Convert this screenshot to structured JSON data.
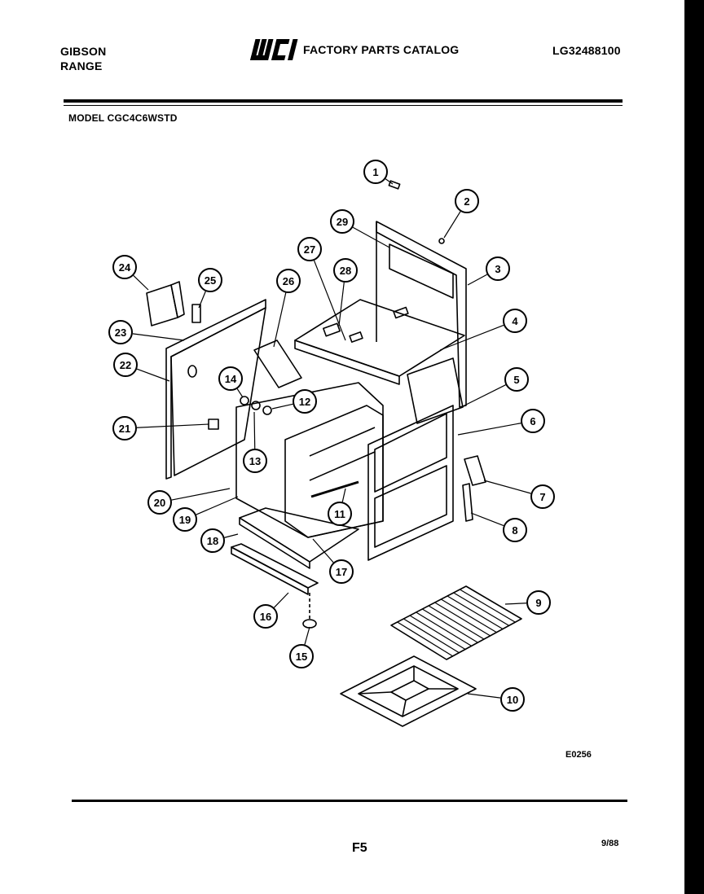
{
  "header": {
    "brand_line1": "GIBSON",
    "brand_line2": "RANGE",
    "logo_text": "WCI",
    "catalog_title": "FACTORY PARTS CATALOG",
    "part_number": "LG32488100",
    "model": "MODEL CGC4C6WSTD"
  },
  "callouts": [
    "1",
    "2",
    "3",
    "4",
    "5",
    "6",
    "7",
    "8",
    "9",
    "10",
    "11",
    "12",
    "13",
    "14",
    "15",
    "16",
    "17",
    "18",
    "19",
    "20",
    "21",
    "22",
    "23",
    "24",
    "25",
    "26",
    "27",
    "28",
    "29"
  ],
  "footer": {
    "diagram_code": "E0256",
    "page": "F5",
    "date": "9/88"
  }
}
